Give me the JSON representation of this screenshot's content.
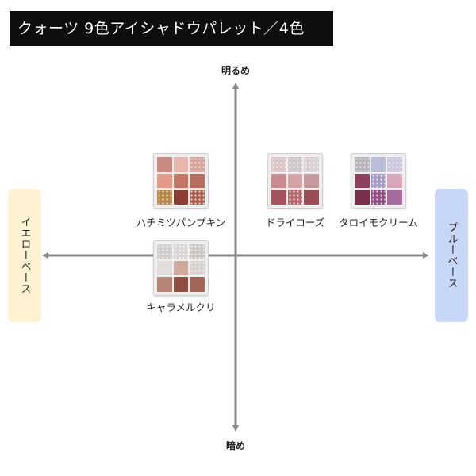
{
  "title": "クォーツ 9色アイシャドウパレット／4色",
  "axis": {
    "top": "明るめ",
    "bottom": "暗め",
    "left": "イエローベース",
    "right": "ブルーベース"
  },
  "colors": {
    "axis": "#8a8a8a",
    "yellow_box": "#fdf3d2",
    "blue_box": "#c8d6f8"
  },
  "products": [
    {
      "name": "ハチミツパンプキン",
      "swatches": [
        "#c98a82",
        "#e7b7ad",
        "#d7a497",
        "#e09a86",
        "#c4765f",
        "#b86e5e",
        "#b9874b",
        "#8e3d34",
        "#a95a4c"
      ],
      "glitter": [
        false,
        false,
        true,
        false,
        false,
        false,
        true,
        false,
        true
      ]
    },
    {
      "name": "キャラメルクリ",
      "swatches": [
        "#d2cfcd",
        "#d9d5d2",
        "#c9c5c2",
        "#e2dedb",
        "#cfa99a",
        "#d8d3d0",
        "#b68473",
        "#8f4f40",
        "#a46757"
      ],
      "glitter": [
        true,
        true,
        true,
        false,
        false,
        true,
        false,
        false,
        false
      ]
    },
    {
      "name": "ドライローズ",
      "swatches": [
        "#dcc6c6",
        "#cfc7cc",
        "#dccfd2",
        "#c98b8d",
        "#d5a3a6",
        "#c7989c",
        "#a6545c",
        "#b8666e",
        "#9b4c55"
      ],
      "glitter": [
        true,
        true,
        true,
        false,
        false,
        false,
        false,
        true,
        false
      ]
    },
    {
      "name": "タロイモクリーム",
      "swatches": [
        "#b8b3bd",
        "#b9bdd8",
        "#cfc9e0",
        "#8d3f5d",
        "#a49ac4",
        "#d7a7bb",
        "#7a2f4d",
        "#8f4e86",
        "#a76a9e"
      ],
      "glitter": [
        true,
        false,
        true,
        false,
        true,
        false,
        false,
        true,
        false
      ]
    }
  ]
}
